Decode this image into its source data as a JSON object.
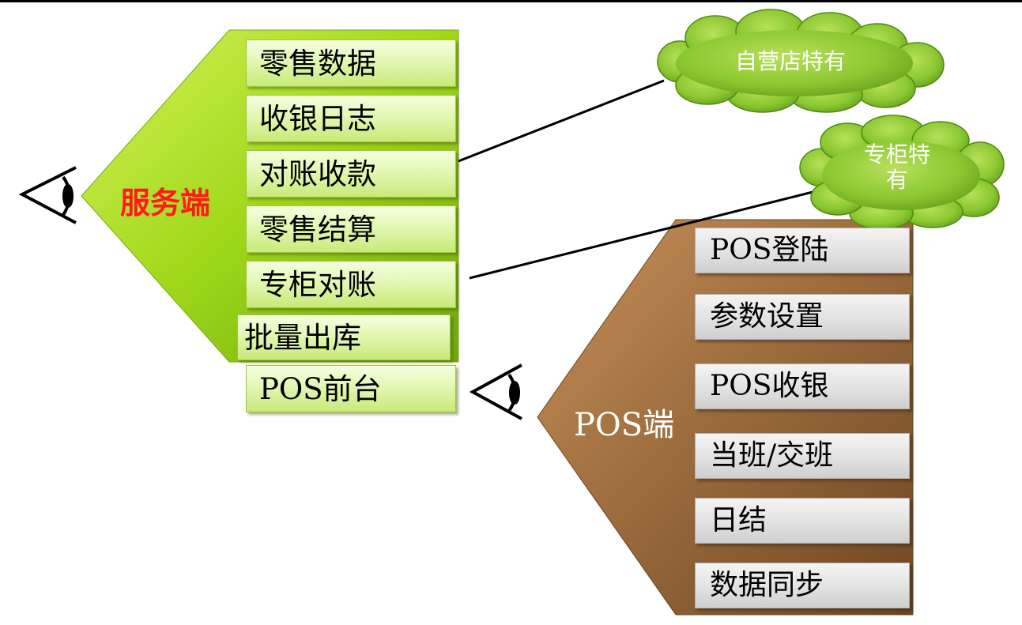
{
  "server_side": {
    "label": "服务端",
    "color": "#9cd010",
    "items": [
      "零售数据",
      "收银日志",
      "对账收款",
      "零售结算",
      "专柜对账",
      "批量出库"
    ],
    "extra_item": "POS前台"
  },
  "pos_side": {
    "label": "POS端",
    "color": "#9a6a3c",
    "items": [
      "POS登陆",
      "参数设置",
      "POS收银",
      "当班/交班",
      "日结",
      "数据同步"
    ]
  },
  "callouts": [
    {
      "text": "自营店特有",
      "points_to": "对账收款"
    },
    {
      "text": "专柜特\n有",
      "points_to": "专柜对账"
    }
  ],
  "icons": [
    "eye-icon",
    "eye-icon"
  ]
}
